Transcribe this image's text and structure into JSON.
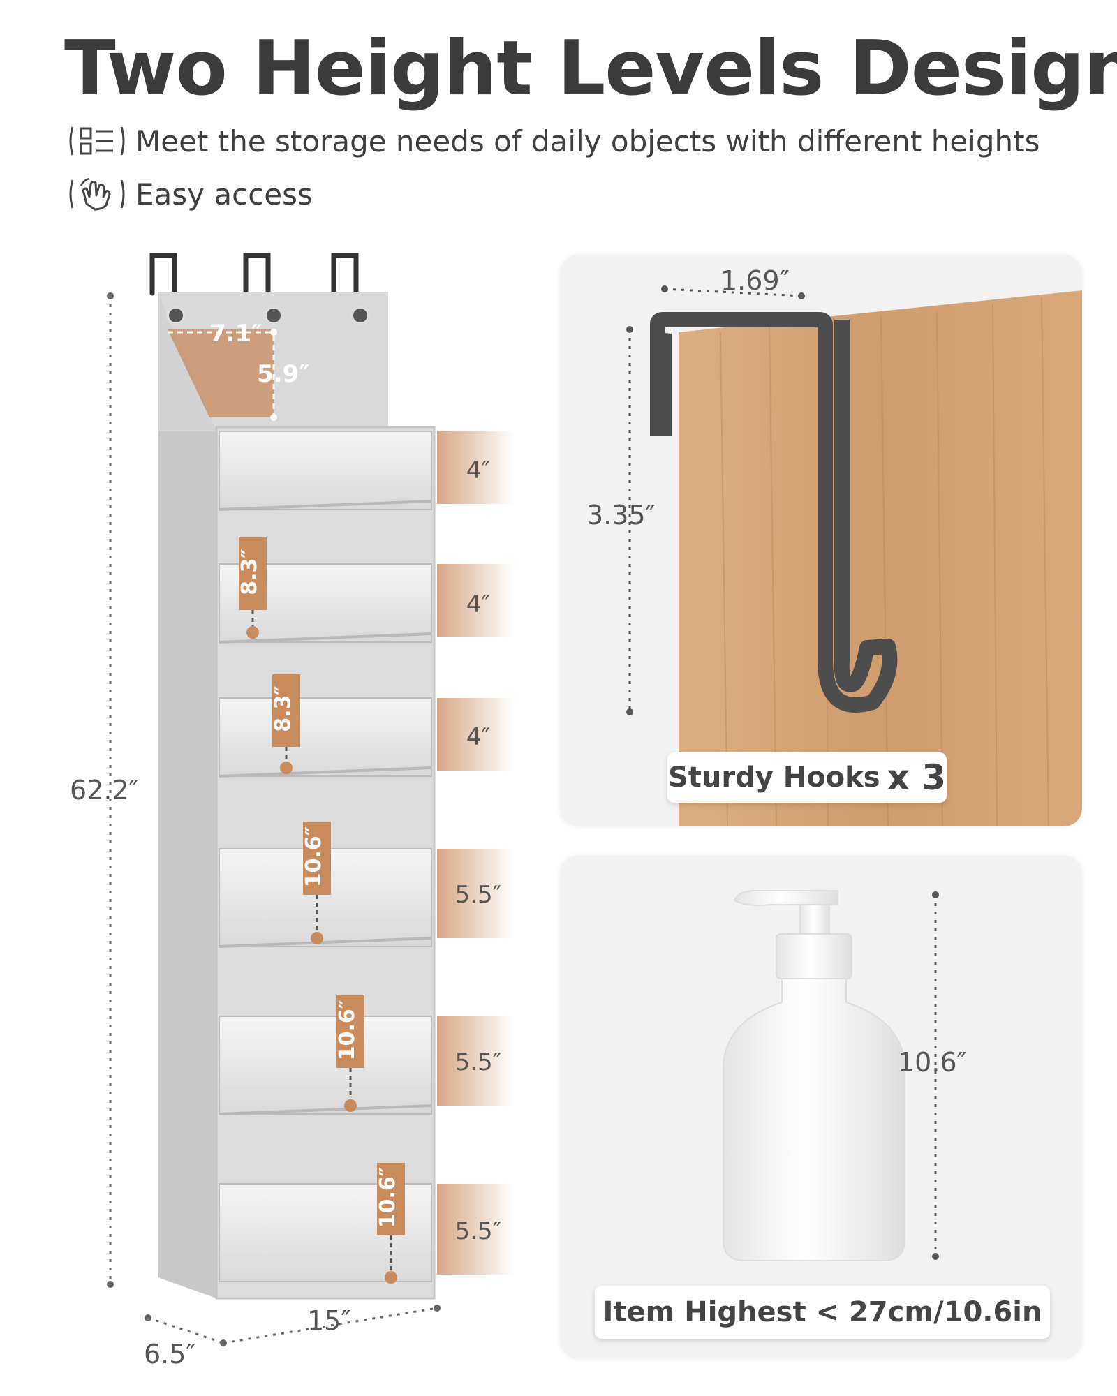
{
  "title": "Two Height Levels Design",
  "features": [
    {
      "icon": "layout-grid-icon",
      "text": "Meet the storage needs of daily objects with different heights"
    },
    {
      "icon": "hand-tap-icon",
      "text": "Easy access"
    }
  ],
  "organizer": {
    "total_height": "62.2″",
    "width": "15″",
    "depth": "6.5″",
    "top_pocket_width": "7.1″",
    "top_pocket_height": "5.9″",
    "shelf_heights": [
      "4″",
      "4″",
      "4″",
      "5.5″",
      "5.5″",
      "5.5″"
    ],
    "pocket_heights": [
      "8.3″",
      "8.3″",
      "10.6″",
      "10.6″",
      "10.6″"
    ]
  },
  "hook_panel": {
    "width": "1.69″",
    "height": "3.35″",
    "badge_text": "Sturdy Hooks",
    "badge_count": "x 3"
  },
  "bottle_panel": {
    "height": "10.6″",
    "badge_text": "Item Highest < 27cm/10.6in"
  },
  "colors": {
    "accent": "#c98a5c",
    "fabric": "#d6d6d6",
    "hook": "#4d4d4d",
    "wood": "#d7a87a"
  }
}
